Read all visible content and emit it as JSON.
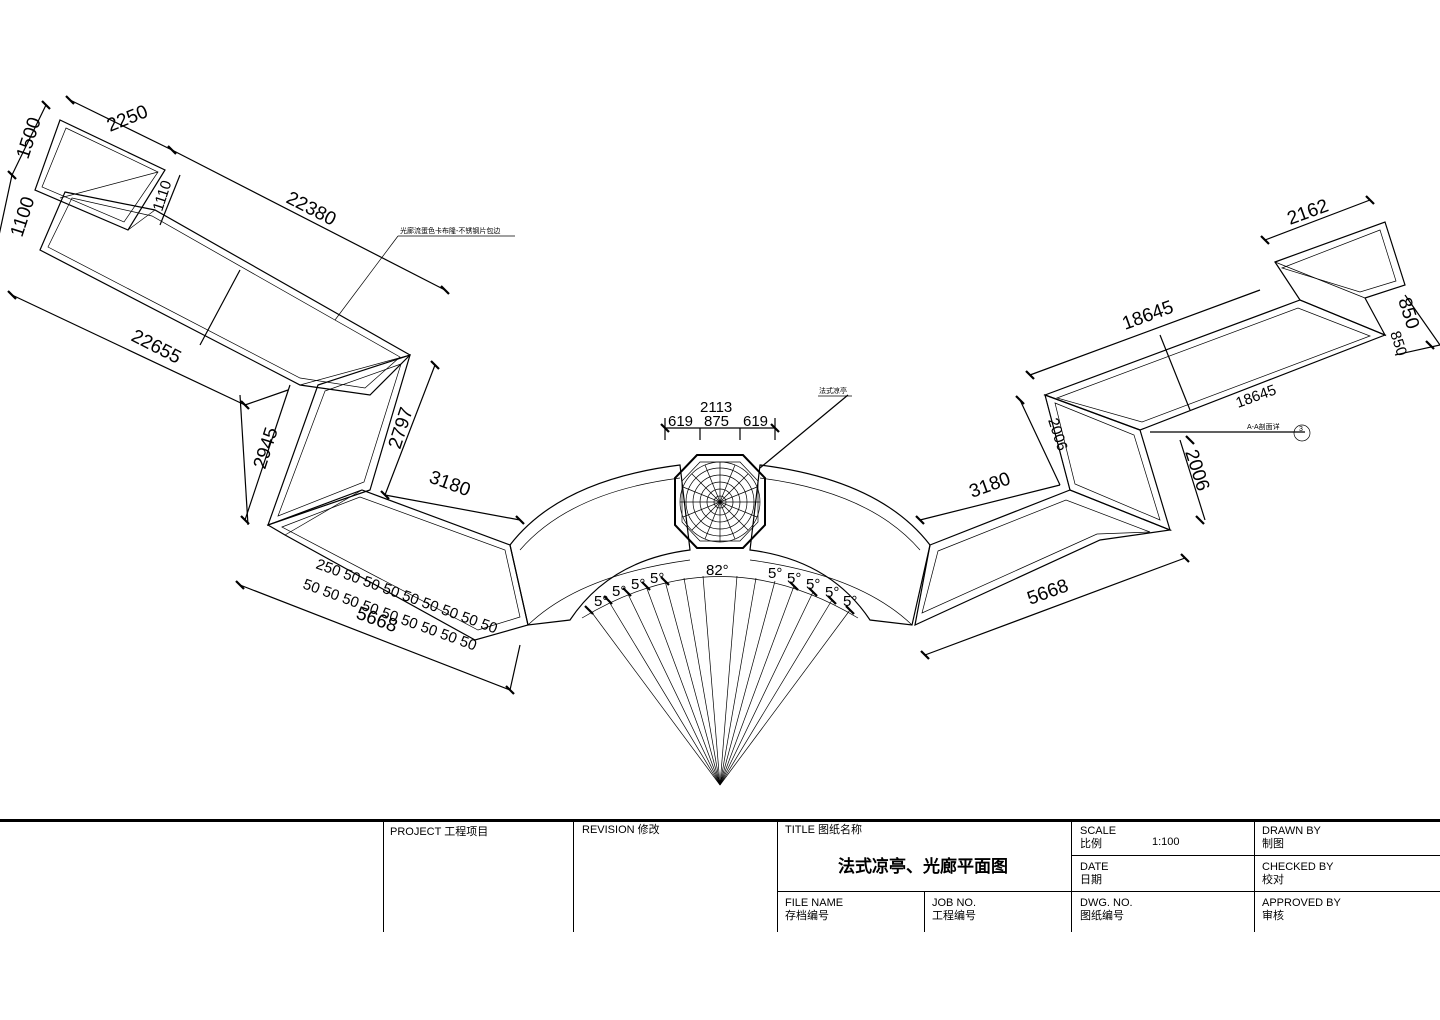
{
  "drawing": {
    "title_text": "法式凉亭、光廊平面图",
    "annotations": {
      "corridor_note": "光廊流蛋色卡布隆-不锈钢片包边",
      "pavilion_note": "法式凉亭",
      "section_note": "A-A剖面详",
      "section_ref": "3"
    },
    "dimensions": {
      "left": {
        "d2250": "2250",
        "d1500": "1500",
        "d1100": "1100",
        "d1110": "1110",
        "d22380": "22380",
        "d22655": "22655",
        "d2945": "2945",
        "d2797": "2797",
        "d3180": "3180",
        "d5668": "5668",
        "pitch_top": "250 50 50 50 50 50 50 50 50",
        "pitch_bottom": "50 50 50 50 50 50 50 50 50"
      },
      "center": {
        "d2113": "2113",
        "d619a": "619",
        "d875": "875",
        "d619b": "619",
        "angle_total": "82°",
        "angle_step": "5°"
      },
      "right": {
        "d2162": "2162",
        "d18645a": "18645",
        "d18645b": "18645",
        "d850a": "850",
        "d850b": "850",
        "d2006a": "2006",
        "d2006b": "2006",
        "d3180": "3180",
        "d5668": "5668"
      }
    }
  },
  "title_block": {
    "project_en": "PROJECT",
    "project_cn": "工程项目",
    "revision_en": "REVISION",
    "revision_cn": "修改",
    "title_en": "TITLE",
    "title_cn": "图纸名称",
    "drawing_title": "法式凉亭、光廊平面图",
    "scale_en": "SCALE",
    "scale_cn": "比例",
    "scale_value": "1:100",
    "date_en": "DATE",
    "date_cn": "日期",
    "drawn_en": "DRAWN BY",
    "drawn_cn": "制图",
    "checked_en": "CHECKED BY",
    "checked_cn": "校对",
    "approved_en": "APPROVED BY",
    "approved_cn": "审核",
    "file_en": "FILE NAME",
    "file_cn": "存档编号",
    "job_en": "JOB NO.",
    "job_cn": "工程编号",
    "dwg_en": "DWG. NO.",
    "dwg_cn": "图纸编号"
  }
}
